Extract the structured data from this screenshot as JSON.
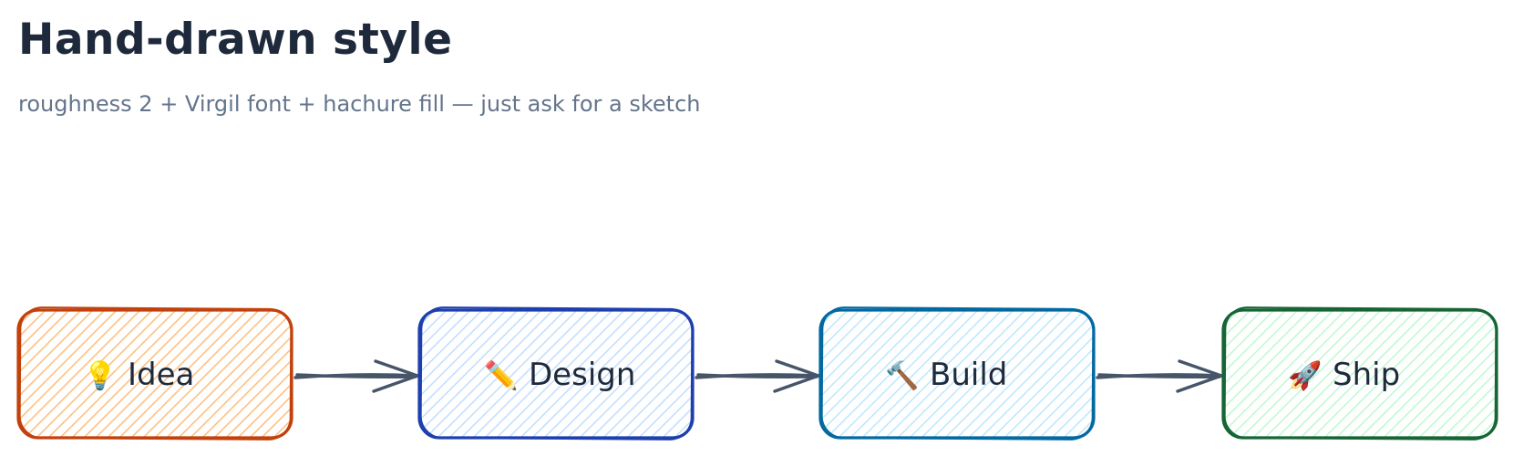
{
  "header": {
    "title": "Hand-drawn style",
    "subtitle": "roughness 2 + Virgil font + hachure fill — just ask for a sketch"
  },
  "flow": {
    "nodes": [
      {
        "label": "Idea",
        "icon": "💡",
        "icon_name": "lightbulb-icon",
        "stroke": "#c2410c",
        "fill": "#fdba74"
      },
      {
        "label": "Design",
        "icon": "✏️",
        "icon_name": "pencil-icon",
        "stroke": "#1e40af",
        "fill": "#bfdbfe"
      },
      {
        "label": "Build",
        "icon": "🔨",
        "icon_name": "hammer-icon",
        "stroke": "#0369a1",
        "fill": "#bae6fd"
      },
      {
        "label": "Ship",
        "icon": "🚀",
        "icon_name": "rocket-icon",
        "stroke": "#166534",
        "fill": "#bbf7d0"
      }
    ],
    "arrow_color": "#475569"
  }
}
